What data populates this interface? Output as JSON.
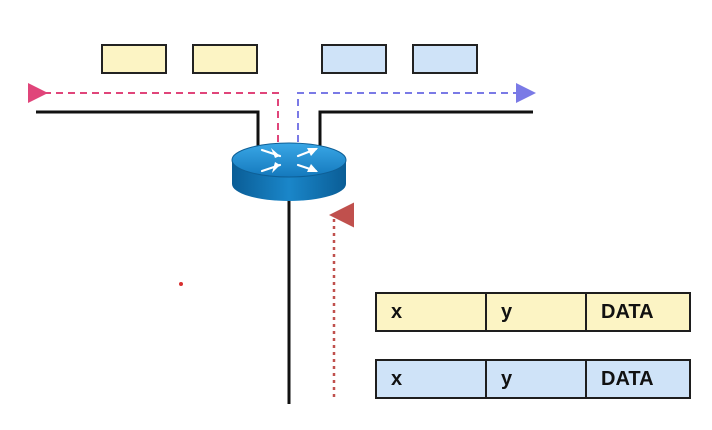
{
  "colors": {
    "yellow_fill": "#fcf4c4",
    "blue_fill": "#cfe3f8",
    "line": "#111111",
    "arrow_left": "#e0457a",
    "arrow_right": "#7a7ae6",
    "arrow_up": "#c0504d",
    "router_top": "#1f8fd0",
    "router_side": "#0b6aa8"
  },
  "router": {
    "icon": "router-icon"
  },
  "packets": [
    {
      "row": "yellow",
      "fields": [
        "x",
        "y",
        "DATA"
      ]
    },
    {
      "row": "blue",
      "fields": [
        "x",
        "y",
        "DATA"
      ]
    }
  ]
}
